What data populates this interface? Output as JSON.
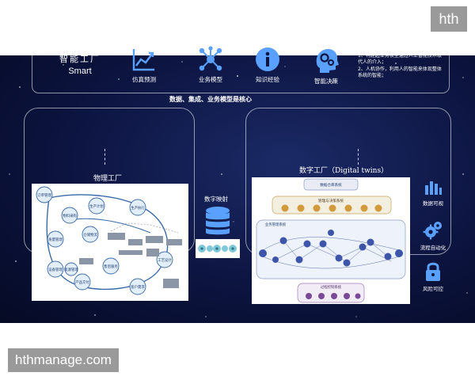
{
  "watermarks": {
    "top": "hth",
    "bottom": "hthmanage.com"
  },
  "title": "智能制造的基础是数据、模型与知识",
  "smart_factory": {
    "cn": "智能工厂",
    "en": "Smart"
  },
  "features": [
    {
      "label": "仿真预测",
      "icon": "line-chart-icon"
    },
    {
      "label": "业务模型",
      "icon": "network-icon"
    },
    {
      "label": "知识经验",
      "icon": "info-icon"
    },
    {
      "label": "智能决策",
      "icon": "brain-gear-icon"
    }
  ],
  "notes": {
    "title": "智能化特征：",
    "line1": "1、构建起业务模型通过人工智能技术取代人的介入；",
    "line2": "2、人机协作，利用人的智能来体现整体系统的智能；"
  },
  "center_label": "数据、集成、业务模型是核心",
  "physical_factory": {
    "title": "物理工厂",
    "nodes": [
      "订单管理",
      "物料采购",
      "生产计划",
      "生产执行",
      "仓储物流",
      "质量管理",
      "设备管理",
      "产品交付",
      "售后服务",
      "客户需求",
      "工艺设计",
      "能源管理"
    ]
  },
  "digital_mapping": {
    "label": "数字映射"
  },
  "digital_factory": {
    "title": "数字工厂（Digital twins）",
    "bands": [
      "数据仓库系统",
      "管理与决策系统",
      "业务管理系统",
      "过程控制系统"
    ]
  },
  "side_features": [
    {
      "label": "数据可视",
      "icon": "bar-chart-icon"
    },
    {
      "label": "流程自动化",
      "icon": "gears-icon"
    },
    {
      "label": "风险可控",
      "icon": "lock-icon"
    }
  ],
  "colors": {
    "background": "#0c1440",
    "accent": "#5aa0ff",
    "panel_border": "#ffffff"
  }
}
